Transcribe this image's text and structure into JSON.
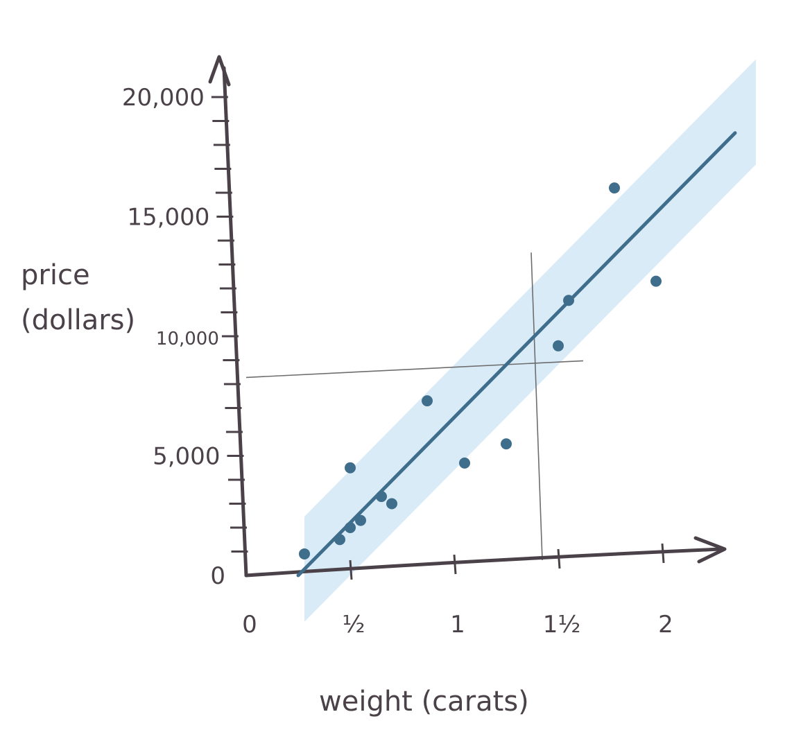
{
  "chart_data": {
    "type": "scatter",
    "xlabel": "weight (carats)",
    "ylabel_line1": "price",
    "ylabel_line2": "(dollars)",
    "xlim": [
      0,
      2.3
    ],
    "ylim": [
      0,
      21000
    ],
    "x_ticks": [
      {
        "value": 0,
        "label": "0"
      },
      {
        "value": 0.5,
        "label": "½"
      },
      {
        "value": 1,
        "label": "1"
      },
      {
        "value": 1.5,
        "label": "1½"
      },
      {
        "value": 2,
        "label": "2"
      }
    ],
    "y_ticks": [
      {
        "value": 0,
        "label": "0"
      },
      {
        "value": 5000,
        "label": "5,000"
      },
      {
        "value": 10000,
        "label": "10,000"
      },
      {
        "value": 15000,
        "label": "15,000"
      },
      {
        "value": 20000,
        "label": "20,000"
      }
    ],
    "points": [
      {
        "x": 0.28,
        "y": 900
      },
      {
        "x": 0.45,
        "y": 1500
      },
      {
        "x": 0.5,
        "y": 2000
      },
      {
        "x": 0.55,
        "y": 2300
      },
      {
        "x": 0.5,
        "y": 4500
      },
      {
        "x": 0.65,
        "y": 3300
      },
      {
        "x": 0.7,
        "y": 3000
      },
      {
        "x": 0.87,
        "y": 7300
      },
      {
        "x": 1.05,
        "y": 4700
      },
      {
        "x": 1.25,
        "y": 5500
      },
      {
        "x": 1.5,
        "y": 9600
      },
      {
        "x": 1.55,
        "y": 11500
      },
      {
        "x": 1.77,
        "y": 16200
      },
      {
        "x": 1.97,
        "y": 12300
      }
    ],
    "fit_line": {
      "x": [
        0.25,
        2.35
      ],
      "y": [
        0,
        18500
      ]
    },
    "prediction_band": {
      "half_width": 2200
    },
    "reference_x": 1.37,
    "reference_y": 8800,
    "colors": {
      "axis": "#4a4248",
      "fit": "#3f6e8c",
      "points": "#3f6e8c",
      "band": "#d6e9f7",
      "guide": "#6d6d6d"
    }
  }
}
